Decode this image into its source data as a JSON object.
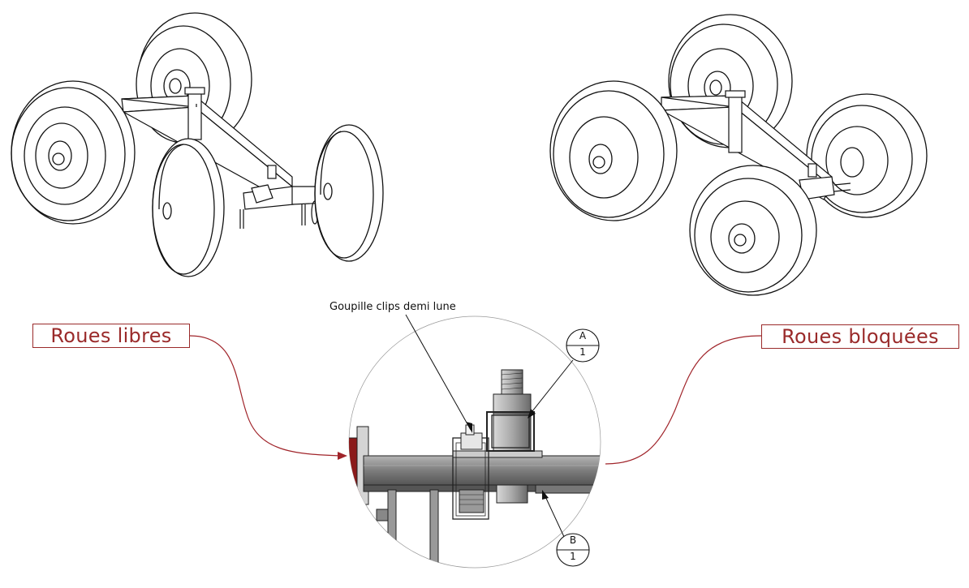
{
  "labels": {
    "free_wheels": "Roues libres",
    "locked_wheels": "Roues bloquées",
    "pin_callout": "Goupille clips demi lune"
  },
  "detail_markers": {
    "a": {
      "letter": "A",
      "sheet": "1"
    },
    "b": {
      "letter": "B",
      "sheet": "1"
    }
  },
  "colors": {
    "label": "#9a2a2a",
    "leader": "#a0242a",
    "line": "#111111",
    "beam": "#8a8a8a",
    "wheel_hub_red": "#8b1a1a"
  }
}
